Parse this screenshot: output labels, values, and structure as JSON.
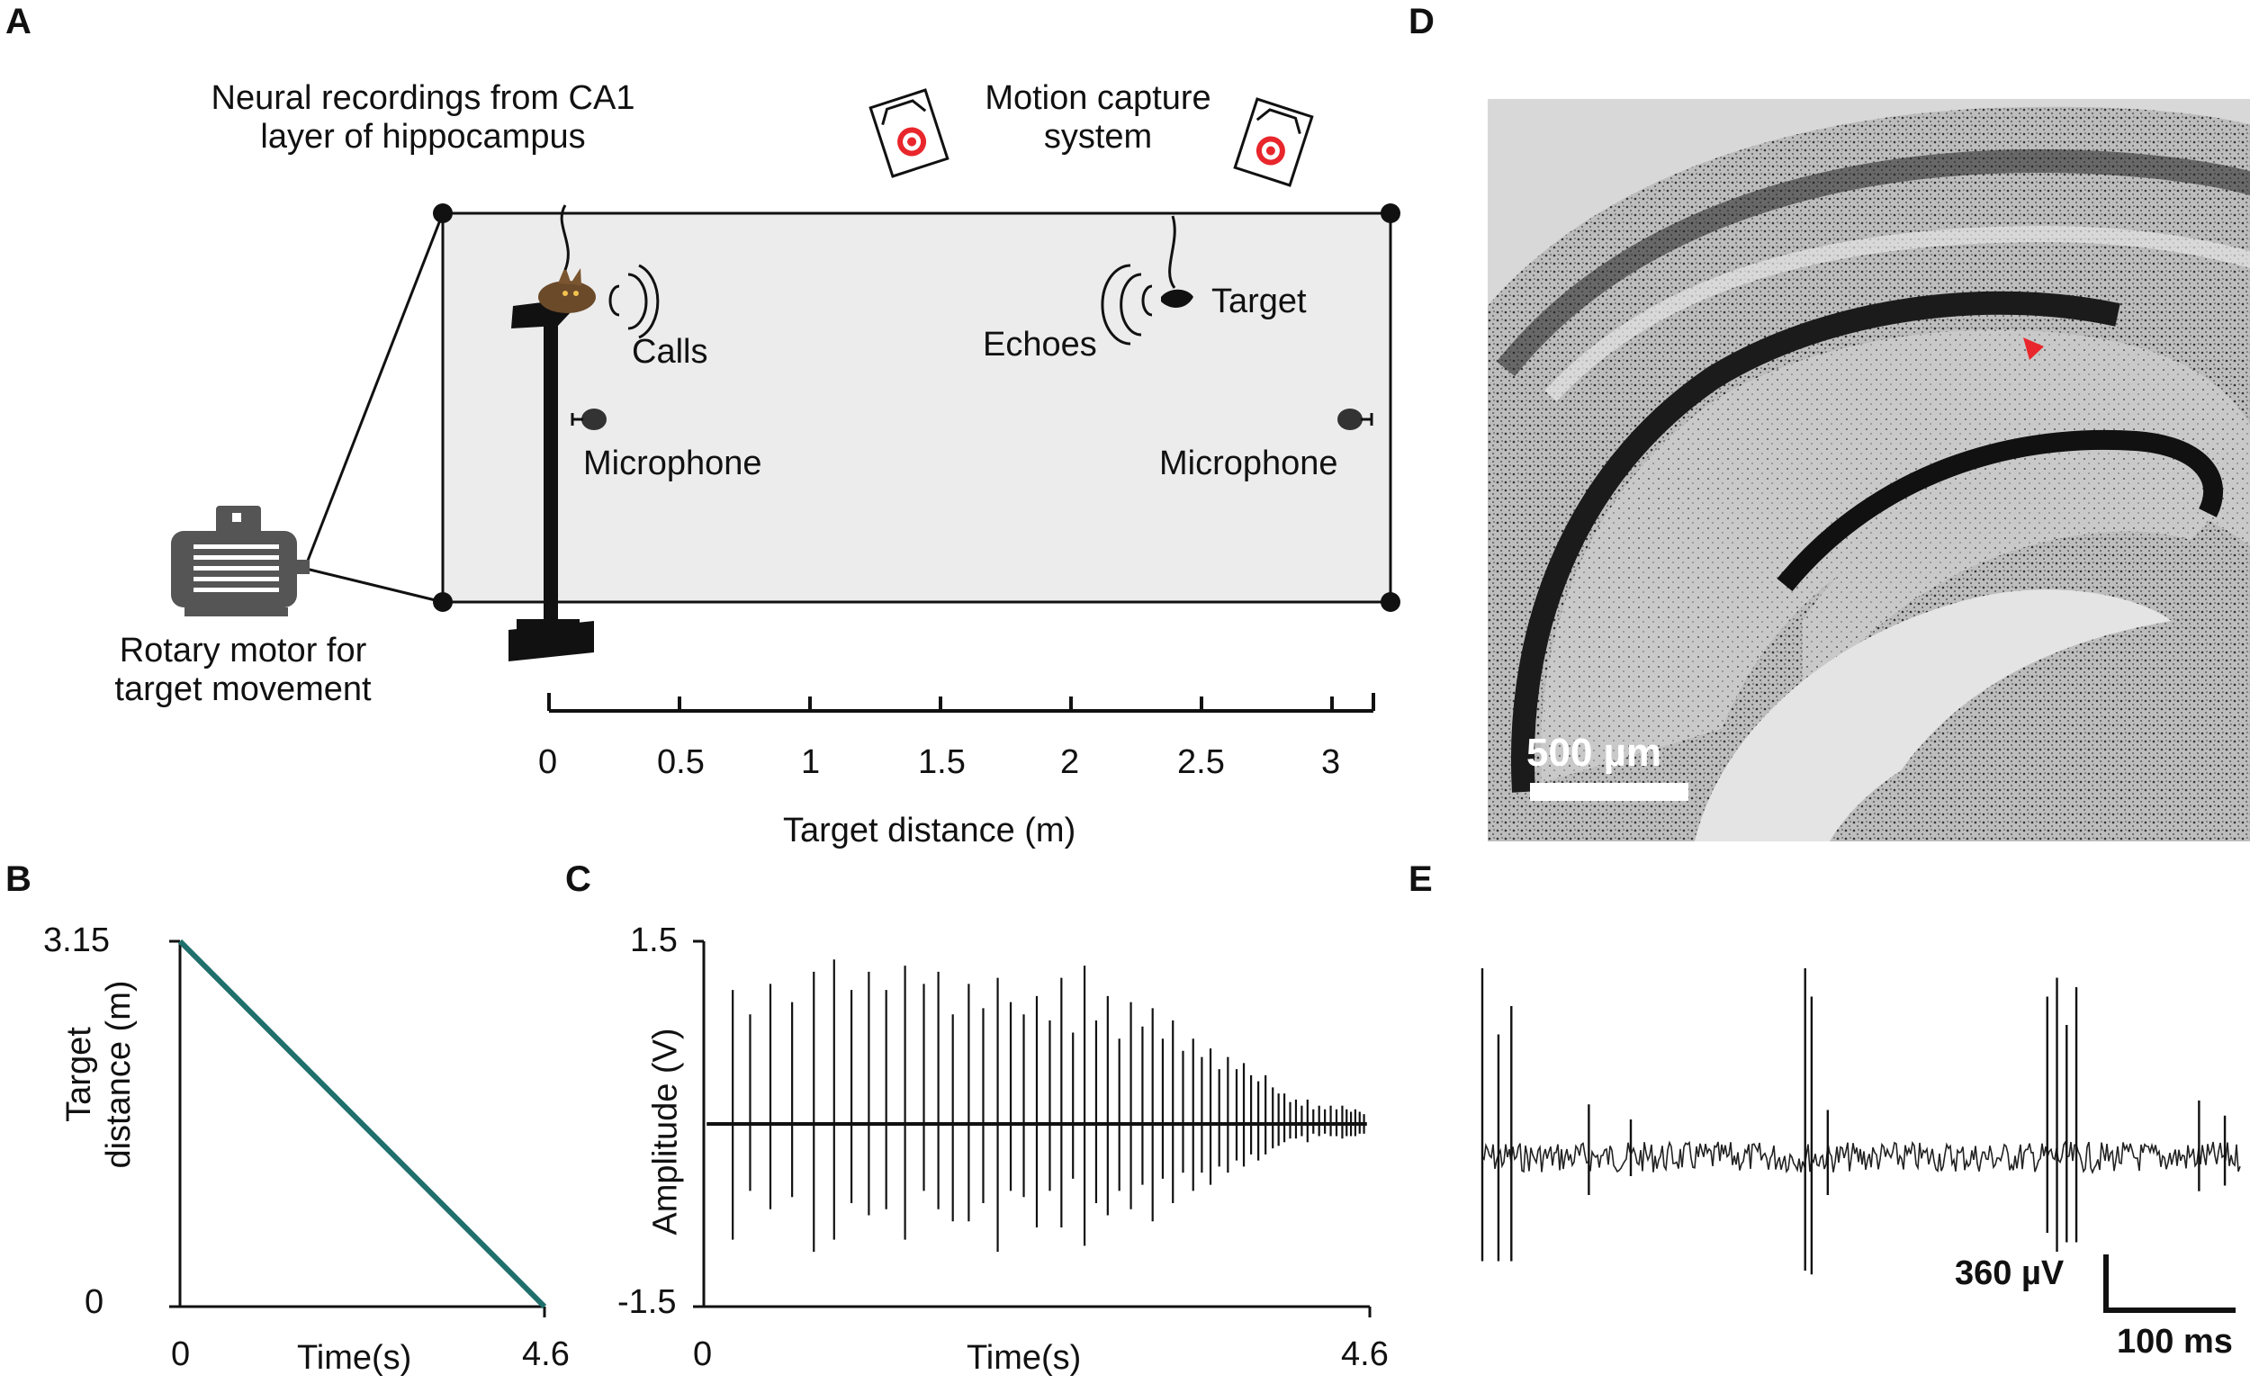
{
  "panels": {
    "a": "A",
    "b": "B",
    "c": "C",
    "d": "D",
    "e": "E"
  },
  "panel_a": {
    "neural_label_line1": "Neural recordings from CA1",
    "neural_label_line2": "layer of hippocampus",
    "motion_label_line1": "Motion capture",
    "motion_label_line2": "system",
    "calls": "Calls",
    "echoes": "Echoes",
    "target": "Target",
    "microphone_left": "Microphone",
    "microphone_right": "Microphone",
    "motor_line1": "Rotary motor for",
    "motor_line2": "target movement",
    "axis_ticks": [
      "0",
      "0.5",
      "1",
      "1.5",
      "2",
      "2.5",
      "3"
    ],
    "axis_label": "Target distance (m)"
  },
  "panel_d": {
    "scale_label": "500 µm",
    "marker_color": "#e8262b"
  },
  "panel_e": {
    "voltage_scale": "360 µV",
    "time_scale": "100 ms"
  },
  "chart_data": [
    {
      "type": "line",
      "panel": "B",
      "x": [
        0,
        4.6
      ],
      "series": [
        {
          "values": [
            3.15,
            0
          ],
          "color": "#1f6f6c"
        }
      ],
      "xticks": [
        "0",
        "4.6"
      ],
      "yticks": [
        "0",
        "3.15"
      ],
      "xlabel": "Time(s)",
      "ylabel_line1": "Target",
      "ylabel_line2": "distance (m)",
      "xlim": [
        0,
        4.6
      ],
      "ylim": [
        0,
        3.15
      ]
    },
    {
      "type": "line",
      "panel": "C",
      "xticks": [
        "0",
        "4.6"
      ],
      "yticks": [
        "1.5",
        "-1.5"
      ],
      "xlabel": "Time(s)",
      "ylabel": "Amplitude (V)",
      "xlim": [
        0,
        4.6
      ],
      "ylim": [
        -1.5,
        1.5
      ],
      "pulses": [
        [
          0.2,
          1.1,
          -0.95
        ],
        [
          0.32,
          0.9,
          -0.55
        ],
        [
          0.46,
          1.15,
          -0.7
        ],
        [
          0.61,
          1.0,
          -0.6
        ],
        [
          0.76,
          1.25,
          -1.05
        ],
        [
          0.9,
          1.35,
          -0.95
        ],
        [
          1.02,
          1.1,
          -0.65
        ],
        [
          1.14,
          1.25,
          -0.75
        ],
        [
          1.26,
          1.1,
          -0.7
        ],
        [
          1.39,
          1.3,
          -0.95
        ],
        [
          1.52,
          1.15,
          -0.55
        ],
        [
          1.62,
          1.25,
          -0.7
        ],
        [
          1.72,
          0.9,
          -0.8
        ],
        [
          1.83,
          1.15,
          -0.8
        ],
        [
          1.93,
          0.95,
          -0.65
        ],
        [
          2.03,
          1.2,
          -1.05
        ],
        [
          2.12,
          1.0,
          -0.55
        ],
        [
          2.21,
          0.9,
          -0.6
        ],
        [
          2.3,
          1.05,
          -0.85
        ],
        [
          2.39,
          0.85,
          -0.55
        ],
        [
          2.47,
          1.2,
          -0.85
        ],
        [
          2.55,
          0.75,
          -0.45
        ],
        [
          2.63,
          1.3,
          -1.0
        ],
        [
          2.71,
          0.85,
          -0.65
        ],
        [
          2.79,
          1.05,
          -0.75
        ],
        [
          2.87,
          0.7,
          -0.55
        ],
        [
          2.95,
          1.0,
          -0.7
        ],
        [
          3.03,
          0.8,
          -0.5
        ],
        [
          3.1,
          0.95,
          -0.8
        ],
        [
          3.17,
          0.7,
          -0.45
        ],
        [
          3.24,
          0.85,
          -0.65
        ],
        [
          3.31,
          0.6,
          -0.4
        ],
        [
          3.38,
          0.7,
          -0.55
        ],
        [
          3.44,
          0.55,
          -0.4
        ],
        [
          3.5,
          0.62,
          -0.5
        ],
        [
          3.56,
          0.45,
          -0.35
        ],
        [
          3.62,
          0.55,
          -0.4
        ],
        [
          3.68,
          0.45,
          -0.3
        ],
        [
          3.73,
          0.5,
          -0.35
        ],
        [
          3.78,
          0.4,
          -0.25
        ],
        [
          3.83,
          0.35,
          -0.3
        ],
        [
          3.88,
          0.4,
          -0.25
        ],
        [
          3.93,
          0.3,
          -0.2
        ],
        [
          3.97,
          0.25,
          -0.18
        ],
        [
          4.01,
          0.25,
          -0.15
        ],
        [
          4.05,
          0.18,
          -0.12
        ],
        [
          4.09,
          0.2,
          -0.12
        ],
        [
          4.13,
          0.15,
          -0.1
        ],
        [
          4.17,
          0.2,
          -0.15
        ],
        [
          4.21,
          0.12,
          -0.08
        ],
        [
          4.25,
          0.15,
          -0.1
        ],
        [
          4.29,
          0.12,
          -0.08
        ],
        [
          4.33,
          0.15,
          -0.1
        ],
        [
          4.37,
          0.12,
          -0.1
        ],
        [
          4.41,
          0.15,
          -0.12
        ],
        [
          4.44,
          0.12,
          -0.1
        ],
        [
          4.47,
          0.1,
          -0.1
        ],
        [
          4.5,
          0.12,
          -0.1
        ],
        [
          4.53,
          0.1,
          -0.08
        ],
        [
          4.56,
          0.08,
          -0.08
        ]
      ]
    },
    {
      "type": "line",
      "panel": "E",
      "spikes": [
        [
          0.0,
          1.0,
          -0.55
        ],
        [
          0.05,
          0.65,
          -0.55
        ],
        [
          0.09,
          0.8,
          -0.55
        ],
        [
          0.33,
          0.28,
          -0.2
        ],
        [
          0.46,
          0.2,
          -0.1
        ],
        [
          1.0,
          1.0,
          -0.6
        ],
        [
          1.02,
          0.85,
          -0.62
        ],
        [
          1.07,
          0.25,
          -0.2
        ],
        [
          1.75,
          0.85,
          -0.4
        ],
        [
          1.78,
          0.95,
          -0.5
        ],
        [
          1.81,
          0.7,
          -0.45
        ],
        [
          1.84,
          0.9,
          -0.45
        ],
        [
          2.22,
          0.3,
          -0.18
        ],
        [
          2.3,
          0.22,
          -0.15
        ]
      ],
      "x_extent": 2.35
    }
  ]
}
